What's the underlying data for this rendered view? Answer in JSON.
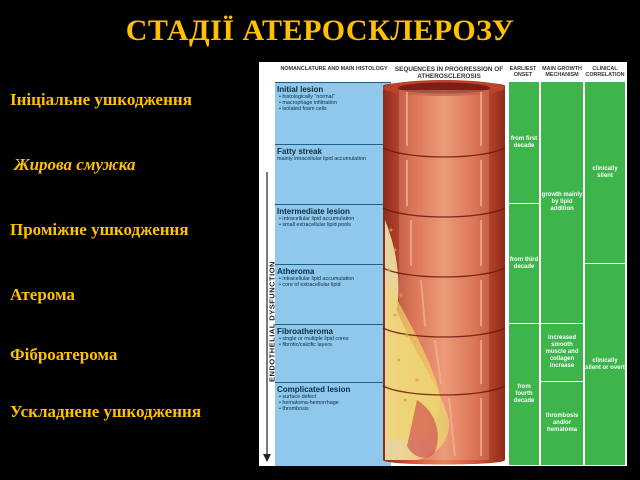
{
  "title": "СТАДІЇ АТЕРОСКЛЕРОЗУ",
  "stages": [
    "Ініціальне ушкодження",
    "Жирова смужка",
    "Проміжне ушкодження",
    "Атерома",
    "Фіброатерома",
    "Ускладнене ушкодження"
  ],
  "headers": {
    "nomenclature": "NOMANCLATURE AND MAIN HISTOLOGY",
    "sequences": "SEQUENCES IN PROGRESSION OF ATHEROSCLEROSIS",
    "onset": "EARLIEST ONSET",
    "mechanism": "MAIN GROWTH MECHANISM",
    "correlation": "CLINICAL CORRELATION"
  },
  "side_label": "ENDOTHELIAL DYSFUNCTION",
  "lesions": [
    {
      "name": "Initial lesion",
      "items": [
        "histologically \"normal\"",
        "macrophage infiltration",
        "isolated foam cells"
      ]
    },
    {
      "name": "Fatty streak",
      "items": [
        "mainly intracellular lipid accumulation"
      ]
    },
    {
      "name": "Intermediate lesion",
      "items": [
        "intracellular lipid accumulation",
        "small extracellular lipid pools"
      ]
    },
    {
      "name": "Atheroma",
      "items": [
        "intracellular lipid accumulation",
        "core of extracellular lipid"
      ]
    },
    {
      "name": "Fibroatheroma",
      "items": [
        "single or multiple lipid cores",
        "fibrotic/calcific layers"
      ]
    },
    {
      "name": "Complicated lesion",
      "items": [
        "surface defect",
        "hematoma-hemorrhage",
        "thrombosis"
      ]
    }
  ],
  "onset": [
    "from first decade",
    "from third decade",
    "from fourth decade"
  ],
  "mechanism": [
    "growth mainly by lipid addition",
    "increased smooth muscle and collagen increase",
    "thrombosis and/or hematoma"
  ],
  "correlation": [
    "clinically silent",
    "clinically silent or overt"
  ],
  "colors": {
    "title": "#ffc000",
    "panel_blue": "#8fc8ea",
    "green": "#3db54a",
    "artery": "#c8452e"
  }
}
